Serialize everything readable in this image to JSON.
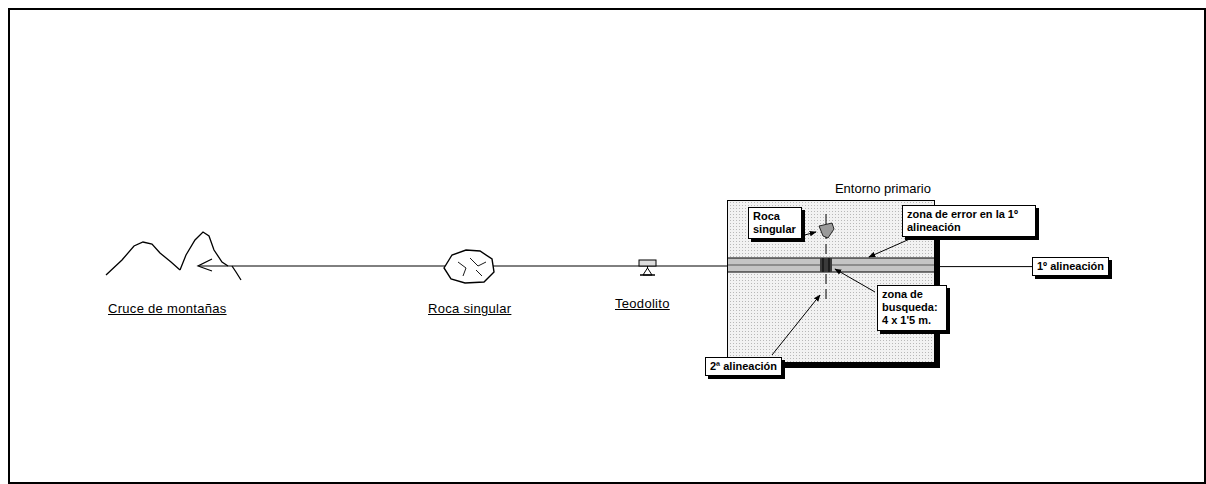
{
  "diagram": {
    "nodes": [
      {
        "text": [
          "Entorno primario"
        ]
      },
      {
        "text": [
          "Roca singular"
        ],
        "in": 0
      },
      {
        "text": [
          "zona de error en la 1º alineación"
        ]
      },
      {
        "text": [
          "1º alineación"
        ]
      },
      {
        "text": [
          "zona de busqueda: 4 x 1'5 m."
        ]
      },
      {
        "text": [
          "2ª alineación"
        ]
      }
    ],
    "edges": [
      {
        "from": 0,
        "to": 3,
        "arrow": "none"
      }
    ],
    "labels": [
      "Cruce de montañas",
      "Roca singular",
      "Teodolito"
    ]
  }
}
